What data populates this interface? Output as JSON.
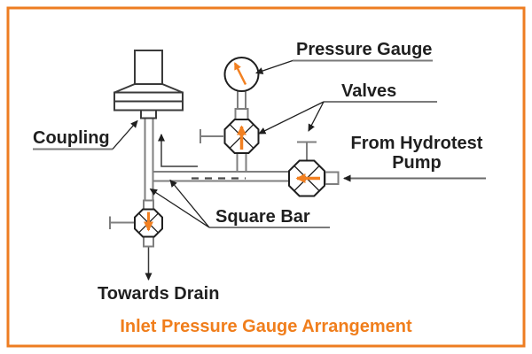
{
  "title": {
    "text": "Inlet Pressure Gauge Arrangement",
    "color": "#F07E1C"
  },
  "labels": {
    "pressure_gauge": "Pressure Gauge",
    "valves": "Valves",
    "from_hydrotest_line1": "From Hydrotest",
    "from_hydrotest_line2": "Pump",
    "coupling": "Coupling",
    "square_bar": "Square Bar",
    "towards_drain": "Towards Drain"
  },
  "colors": {
    "frame_border": "#EE7D22",
    "flow_arrow_orange": "#F28021",
    "pipe_gray": "#7f7f7f",
    "ink_black": "#1f1f1f",
    "background": "#ffffff"
  },
  "icons": {
    "gauge": "pressure-gauge-dial-icon",
    "valve": "valve-octagon-cross-icon",
    "coupling": "pipe-coupling-icon",
    "flow": "flow-direction-arrow-icon"
  }
}
